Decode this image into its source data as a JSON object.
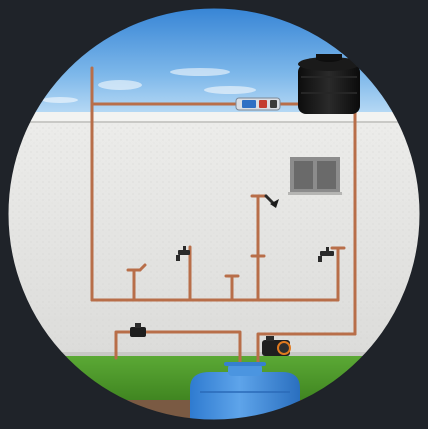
{
  "scene": {
    "background_color": "#1f2329",
    "sky_color_top": "#3f87d6",
    "sky_color_bottom": "#a8d0f0",
    "wall_color": "#e7e7e5",
    "wall_shadow_color": "#cfcfcc",
    "pipe_color": "#b86e49",
    "grass_color": "#4f9a2a",
    "soil_color": "#7c5a43",
    "rain_tank_color": "#3b86d9",
    "roof_tank_color": "#141414",
    "window_frame_color": "#8a8a8a",
    "window_glass_color": "#6b6b6b"
  },
  "components": {
    "roof_tank": {
      "label": "",
      "type": "water-tank"
    },
    "filter": {
      "label": "",
      "type": "inline-filter"
    },
    "underground_tank": {
      "label": "",
      "type": "rainwater-cistern"
    },
    "pump": {
      "label": "",
      "type": "pressure-pump"
    },
    "valve": {
      "label": "",
      "type": "check-valve"
    }
  },
  "icons": [
    "shower-icon",
    "faucet-icon",
    "window-icon",
    "pump-icon",
    "valve-icon",
    "filter-icon",
    "tank-icon",
    "cloud-icon"
  ]
}
